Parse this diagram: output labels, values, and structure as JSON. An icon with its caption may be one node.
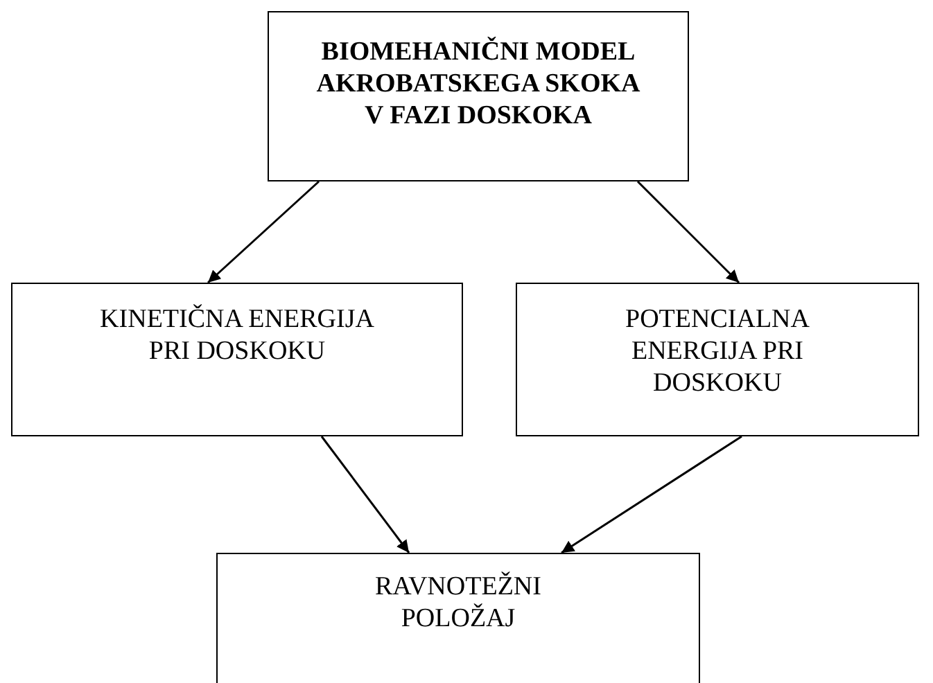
{
  "diagram": {
    "nodes": [
      {
        "text": [
          "BIOMEHANIČNI MODEL AKROBATSKEGA SKOKA V FAZI DOSKOKA"
        ]
      },
      {
        "text": [
          "KINETIČNA ENERGIJA PRI DOSKOKU"
        ]
      },
      {
        "text": [
          "POTENCIALNA ENERGIJA PRI DOSKOKU"
        ]
      },
      {
        "text": [
          "RAVNOTEŽNI POLOŽAJ"
        ]
      }
    ],
    "edges": [
      {
        "from": 0,
        "to": 1,
        "arrow": "to"
      },
      {
        "from": 0,
        "to": 2,
        "arrow": "to"
      },
      {
        "from": 1,
        "to": 3,
        "arrow": "to"
      },
      {
        "from": 2,
        "to": 3,
        "arrow": "to"
      }
    ]
  }
}
